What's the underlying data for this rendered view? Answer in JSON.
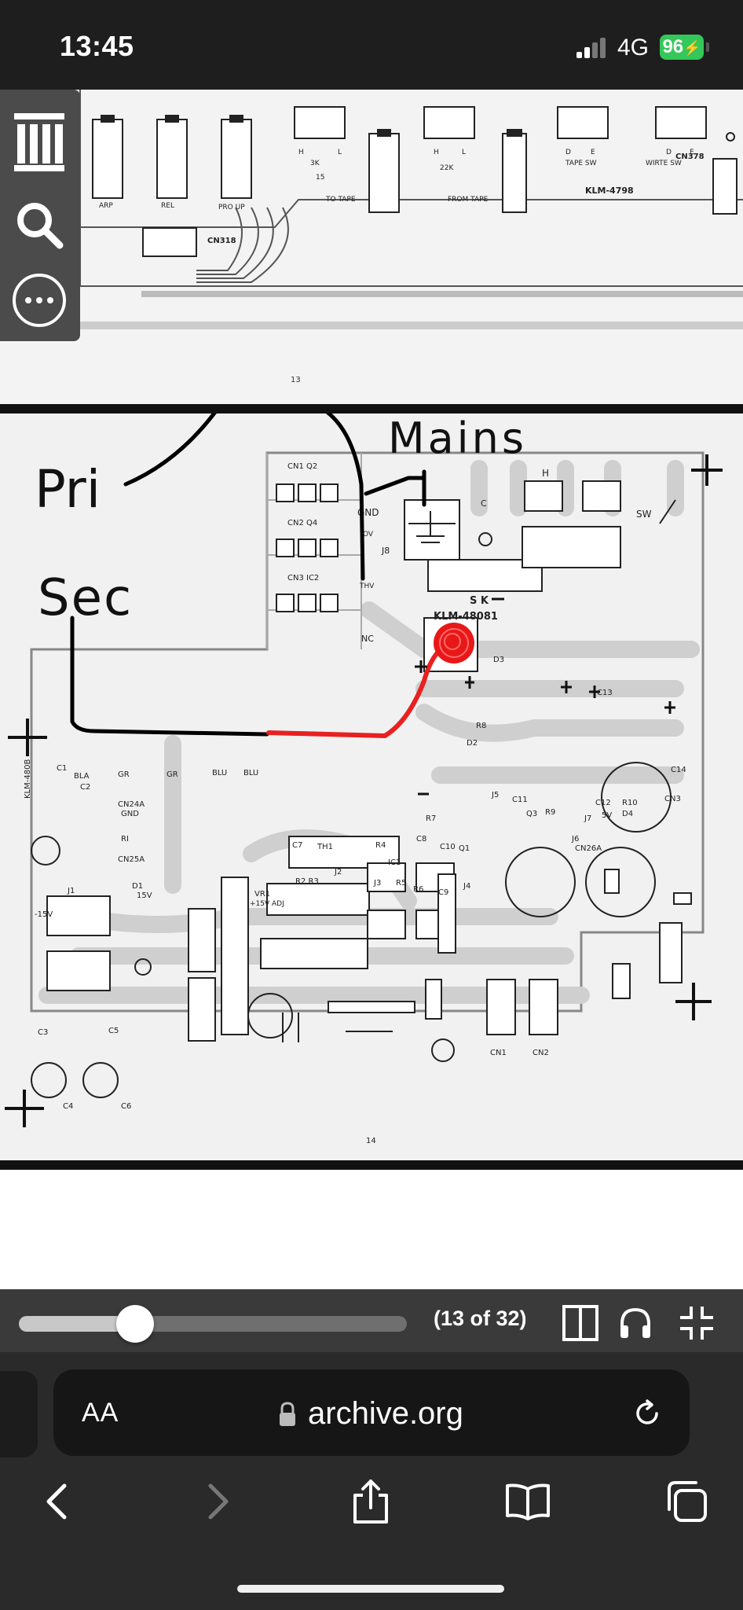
{
  "status_bar": {
    "time": "13:45",
    "network": "4G",
    "battery": "96"
  },
  "viewer": {
    "upper_page": {
      "page_number": "13",
      "labels": {
        "arp": "ARP",
        "rel": "REL",
        "pro_up": "PRO UP",
        "cn318": "CN318",
        "to_tape": "TO TAPE",
        "from_tape": "FROM TAPE",
        "tape_sw": "TAPE SW",
        "wirte_sw": "WIRTE SW",
        "klm_4798": "KLM-4798",
        "cn378": "CN378",
        "r_3k": "3K",
        "r_15": "15",
        "r_22k": "22K",
        "h": "H",
        "l": "L",
        "d": "D",
        "e": "E"
      }
    },
    "main_page": {
      "page_number": "14",
      "annotations": {
        "mains": "Mains",
        "pri": "Pri",
        "sec": "Sec"
      },
      "labels": {
        "cn1_q2": "CN1 Q2",
        "cn2_q4": "CN2 Q4",
        "cn3_ic2": "CN3 IC2",
        "gnd": "GND",
        "ov": "OV",
        "j8": "J8",
        "thv": "THV",
        "nc": "NC",
        "c": "C",
        "h": "H",
        "sw": "SW",
        "sk": "S K",
        "klm_48081": "KLM-48081",
        "d3": "D3",
        "c13": "C13",
        "c14": "C14",
        "cn3_1": "CN3",
        "r10": "R10",
        "d4": "D4",
        "sv": "5V",
        "c12": "C12",
        "j6": "J6",
        "cn26a": "CN26A",
        "r9": "R9",
        "j7": "J7",
        "q3": "Q3",
        "c11": "C11",
        "j5": "J5",
        "r8": "R8",
        "d2": "D2",
        "r7": "R7",
        "c8": "C8",
        "c10": "C10",
        "q1": "Q1",
        "cn1": "CN1",
        "cn2": "CN2",
        "r4": "R4",
        "ic1": "IC1",
        "r5": "R5",
        "r6": "R6",
        "c9": "C9",
        "j4": "J4",
        "j3": "J3",
        "j2": "J2",
        "th1": "TH1",
        "c7": "C7",
        "r2r3": "R2 R3",
        "vr1": "VR1",
        "adj": "+15V ADJ",
        "bla": "BLA",
        "gr": "GR",
        "blu": "BLU",
        "c1": "C1",
        "c2": "C2",
        "cn24a": "CN24A",
        "ri": "RI",
        "cn25a": "CN25A",
        "d1": "D1",
        "v15": "15V",
        "j1": "J1",
        "m15v": "-15V",
        "c3": "C3",
        "c5": "C5",
        "c4": "C4",
        "c6": "C6",
        "side_klm": "KLM-480B"
      }
    }
  },
  "progress": {
    "page_counter": "(13 of 32)",
    "fraction": 0.3
  },
  "address_bar": {
    "text_size_label": "AA",
    "url": "archive.org"
  }
}
